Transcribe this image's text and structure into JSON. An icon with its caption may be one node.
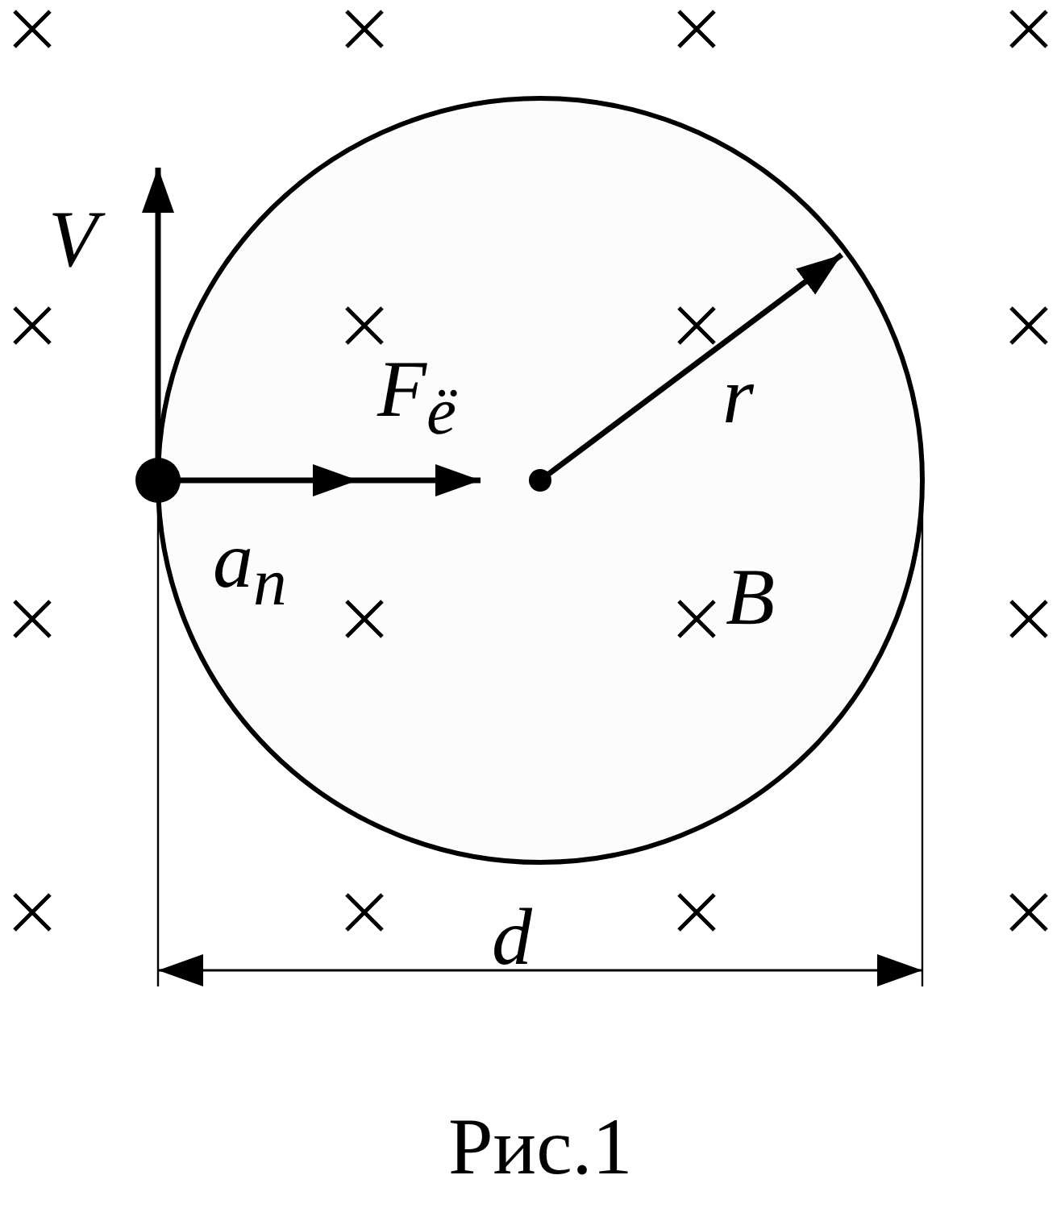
{
  "diagram": {
    "caption": "Рис.1",
    "labels": [
      "V",
      "F$_{ё}$",
      "r",
      "a$_{n}$",
      "B",
      "d"
    ]
  }
}
